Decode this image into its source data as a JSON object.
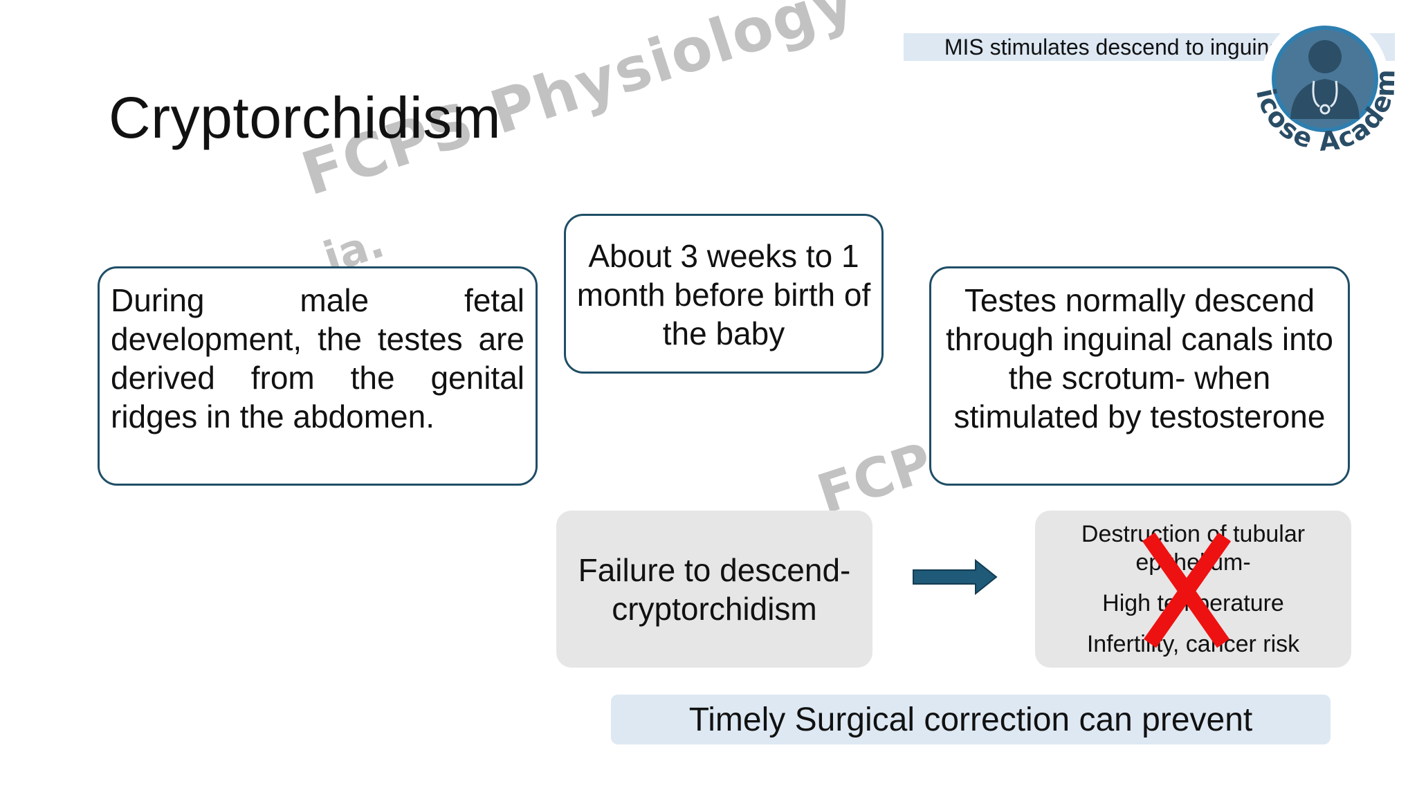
{
  "watermark": {
    "main": "FCPS Physiology",
    "partial": "ia.",
    "mid": "FCPS"
  },
  "title": "Cryptorchidism",
  "top_banner": "MIS stimulates descend to inguinal region",
  "logo": {
    "text": "Medicose Academics",
    "icon": "doctor-stethoscope-icon",
    "colors": {
      "ring": "#2e7fb0",
      "face": "#4a7797",
      "text": "#2a4d66"
    }
  },
  "boxes": {
    "left": "During male fetal development, the testes are derived from the genital ridges in the abdomen.",
    "mid": "About 3 weeks to 1 month before birth of the baby",
    "right": "Testes normally descend through inguinal canals into the scrotum- when stimulated by testosterone"
  },
  "failure_box": "Failure to descend- cryptorchidism",
  "effects": {
    "line1": "Destruction of tubular epithelium-",
    "line2": "High temperature",
    "line3": "Infertility, cancer risk"
  },
  "bottom_banner": "Timely Surgical correction can prevent",
  "colors": {
    "box_border": "#1f4e66",
    "banner_bg": "#dde8f3",
    "gray_box": "#e6e6e6",
    "arrow": "#1f5a78",
    "cross": "#ee1111"
  }
}
